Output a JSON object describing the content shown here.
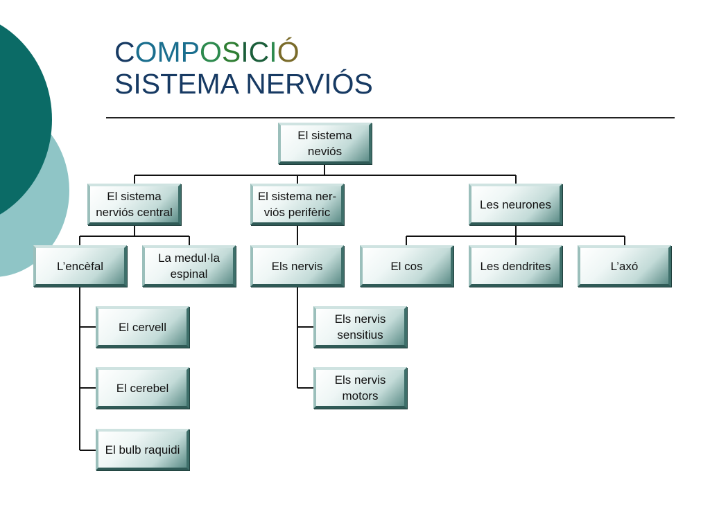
{
  "title": {
    "line1": [
      {
        "text": "C",
        "color": "#173a63"
      },
      {
        "text": "OMP",
        "color": "#1a6e8e"
      },
      {
        "text": "O",
        "color": "#2d8a4e"
      },
      {
        "text": "S",
        "color": "#2e7d32"
      },
      {
        "text": "IC",
        "color": "#1b5e3a"
      },
      {
        "text": "I",
        "color": "#2d8a4e"
      },
      {
        "text": "Ó",
        "color": "#7a6b2a"
      }
    ],
    "line2": "SISTEMA NERVIÓS"
  },
  "nodes": {
    "root": "El sistema neviós",
    "central": "El sistema nerviós central",
    "periferic": "El sistema ner-viós perifèric",
    "neurones": "Les neurones",
    "encefal": "L’encèfal",
    "medula": "La medul·la espinal",
    "nervis": "Els nervis",
    "cos": "El cos",
    "dendrites": "Les dendrites",
    "axo": "L’axó",
    "cervell": "El cervell",
    "cerebel": "El cerebel",
    "bulb": "El bulb raquidi",
    "sensitius": "Els nervis sensitius",
    "motors": "Els nervis motors"
  },
  "colors": {
    "deco_dark": "#0b6b66",
    "deco_light": "#8fc5c6",
    "title_text": "#173a63"
  }
}
